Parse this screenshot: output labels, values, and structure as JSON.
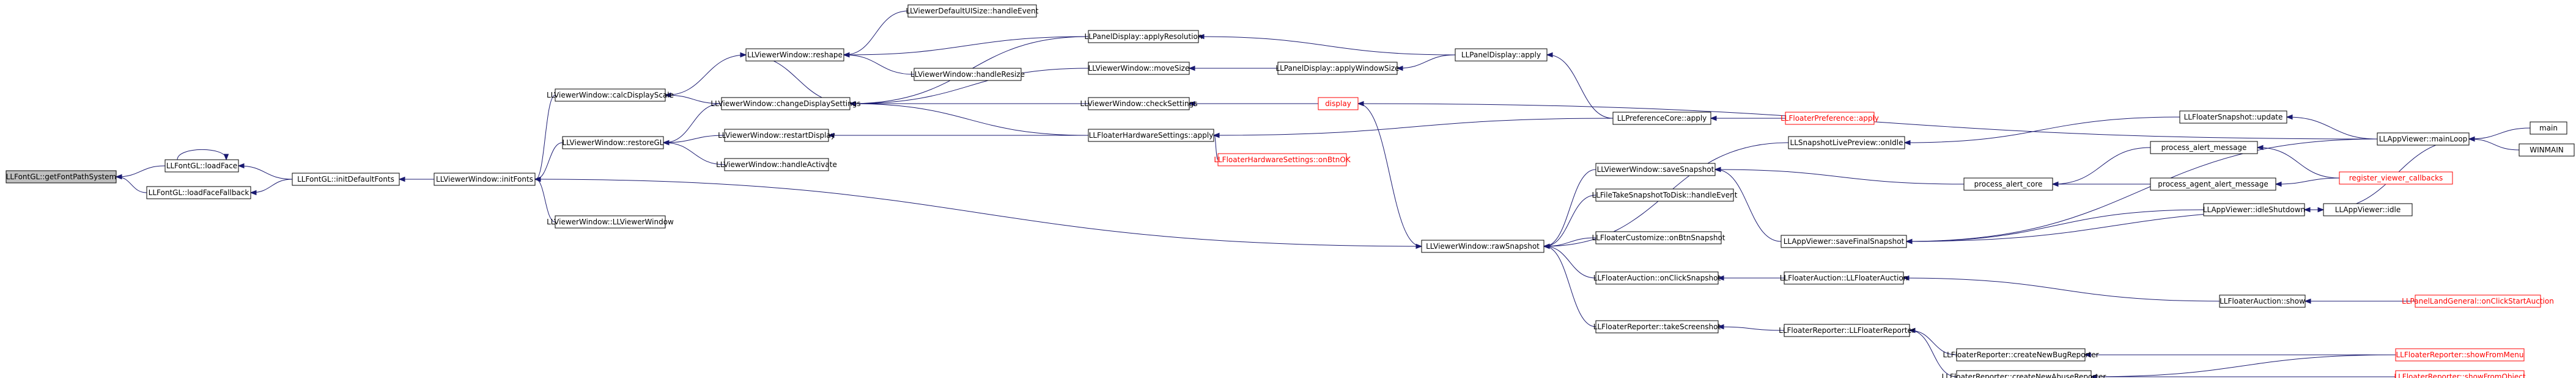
{
  "colors": {
    "edge": "#191970",
    "root_fill": "#bfbfbf",
    "truncated_border": "#ff0000",
    "node_border": "#000000"
  },
  "graph": {
    "nodes": [
      {
        "id": "n0",
        "label": "LLFontGL::getFontPathSystem",
        "root": true
      },
      {
        "id": "n1",
        "label": "LLFontGL::loadFace"
      },
      {
        "id": "n2",
        "label": "LLFontGL::loadFaceFallback"
      },
      {
        "id": "n3",
        "label": "LLFontGL::initDefaultFonts"
      },
      {
        "id": "n4",
        "label": "LLViewerWindow::initFonts"
      },
      {
        "id": "n5",
        "label": "LLViewerWindow::calcDisplayScale"
      },
      {
        "id": "n6",
        "label": "LLViewerWindow::restoreGL"
      },
      {
        "id": "n7",
        "label": "LLViewerWindow::LLViewerWindow"
      },
      {
        "id": "n8",
        "label": "LLViewerWindow::reshape"
      },
      {
        "id": "n9",
        "label": "LLViewerWindow::changeDisplaySettings"
      },
      {
        "id": "n10",
        "label": "LLViewerWindow::restartDisplay"
      },
      {
        "id": "n11",
        "label": "LLViewerWindow::handleActivate"
      },
      {
        "id": "n12",
        "label": "LLViewerDefaultUISize::handleEvent"
      },
      {
        "id": "n13",
        "label": "LLViewerWindow::handleResize"
      },
      {
        "id": "n14",
        "label": "LLPanelDisplay::applyResolution"
      },
      {
        "id": "n15",
        "label": "LLViewerWindow::moveSize"
      },
      {
        "id": "n16",
        "label": "LLViewerWindow::checkSettings"
      },
      {
        "id": "n17",
        "label": "LLFloaterHardwareSettings::apply"
      },
      {
        "id": "n18",
        "label": "LLFloaterHardwareSettings::onBtnOK",
        "truncated": true
      },
      {
        "id": "n19",
        "label": "LLPanelDisplay::applyWindowSize"
      },
      {
        "id": "n20",
        "label": "LLPanelDisplay::apply"
      },
      {
        "id": "n21",
        "label": "display",
        "truncated": true
      },
      {
        "id": "n22",
        "label": "LLPreferenceCore::apply"
      },
      {
        "id": "n23",
        "label": "LLFloaterPreference::apply",
        "truncated": true
      },
      {
        "id": "n24",
        "label": "LLViewerWindow::rawSnapshot"
      },
      {
        "id": "n25",
        "label": "LLSnapshotLivePreview::onIdle"
      },
      {
        "id": "n26",
        "label": "LLViewerWindow::saveSnapshot"
      },
      {
        "id": "n27",
        "label": "LLFileTakeSnapshotToDisk::handleEvent"
      },
      {
        "id": "n28",
        "label": "LLFloaterCustomize::onBtnSnapshot"
      },
      {
        "id": "n29",
        "label": "LLFloaterAuction::onClickSnapshot"
      },
      {
        "id": "n30",
        "label": "LLFloaterReporter::takeScreenshot"
      },
      {
        "id": "n31",
        "label": "process_alert_core"
      },
      {
        "id": "n32",
        "label": "LLAppViewer::saveFinalSnapshot"
      },
      {
        "id": "n33",
        "label": "LLFloaterAuction::LLFloaterAuction"
      },
      {
        "id": "n34",
        "label": "LLFloaterReporter::LLFloaterReporter"
      },
      {
        "id": "n35",
        "label": "process_alert_message"
      },
      {
        "id": "n36",
        "label": "process_agent_alert_message"
      },
      {
        "id": "n37",
        "label": "LLAppViewer::idleShutdown"
      },
      {
        "id": "n38",
        "label": "LLFloaterAuction::show"
      },
      {
        "id": "n39",
        "label": "LLFloaterReporter::createNewBugReporter"
      },
      {
        "id": "n40",
        "label": "LLFloaterReporter::createNewAbuseReporter"
      },
      {
        "id": "n41",
        "label": "LLFloaterSnapshot::update"
      },
      {
        "id": "n42",
        "label": "register_viewer_callbacks",
        "truncated": true
      },
      {
        "id": "n43",
        "label": "LLAppViewer::idle"
      },
      {
        "id": "n44",
        "label": "LLPanelLandGeneral::onClickStartAuction",
        "truncated": true
      },
      {
        "id": "n45",
        "label": "LLFloaterReporter::showFromMenu",
        "truncated": true
      },
      {
        "id": "n46",
        "label": "LLFloaterReporter::showFromObject",
        "truncated": true
      },
      {
        "id": "n47",
        "label": "LLAppViewer::mainLoop"
      },
      {
        "id": "n48",
        "label": "main"
      },
      {
        "id": "n49",
        "label": "WINMAIN"
      }
    ],
    "edges": [
      [
        "n0",
        "n1"
      ],
      [
        "n0",
        "n2"
      ],
      [
        "n1",
        "n1"
      ],
      [
        "n1",
        "n3"
      ],
      [
        "n2",
        "n3"
      ],
      [
        "n3",
        "n4"
      ],
      [
        "n4",
        "n5"
      ],
      [
        "n4",
        "n6"
      ],
      [
        "n4",
        "n7"
      ],
      [
        "n4",
        "n24"
      ],
      [
        "n5",
        "n8"
      ],
      [
        "n5",
        "n9"
      ],
      [
        "n6",
        "n9"
      ],
      [
        "n6",
        "n10"
      ],
      [
        "n6",
        "n11"
      ],
      [
        "n8",
        "n12"
      ],
      [
        "n8",
        "n13"
      ],
      [
        "n8",
        "n14"
      ],
      [
        "n8",
        "n9"
      ],
      [
        "n9",
        "n14"
      ],
      [
        "n9",
        "n15"
      ],
      [
        "n9",
        "n16"
      ],
      [
        "n9",
        "n17"
      ],
      [
        "n10",
        "n17"
      ],
      [
        "n17",
        "n18"
      ],
      [
        "n17",
        "n22"
      ],
      [
        "n15",
        "n19"
      ],
      [
        "n19",
        "n20"
      ],
      [
        "n14",
        "n20"
      ],
      [
        "n20",
        "n22"
      ],
      [
        "n16",
        "n21"
      ],
      [
        "n22",
        "n23"
      ],
      [
        "n21",
        "n47"
      ],
      [
        "n24",
        "n21"
      ],
      [
        "n24",
        "n25"
      ],
      [
        "n24",
        "n26"
      ],
      [
        "n24",
        "n27"
      ],
      [
        "n24",
        "n28"
      ],
      [
        "n24",
        "n29"
      ],
      [
        "n24",
        "n30"
      ],
      [
        "n25",
        "n41"
      ],
      [
        "n41",
        "n47"
      ],
      [
        "n26",
        "n31"
      ],
      [
        "n26",
        "n32"
      ],
      [
        "n31",
        "n35"
      ],
      [
        "n31",
        "n36"
      ],
      [
        "n35",
        "n42"
      ],
      [
        "n36",
        "n42"
      ],
      [
        "n32",
        "n37"
      ],
      [
        "n32",
        "n43"
      ],
      [
        "n32",
        "n47"
      ],
      [
        "n37",
        "n43"
      ],
      [
        "n43",
        "n47"
      ],
      [
        "n29",
        "n33"
      ],
      [
        "n33",
        "n38"
      ],
      [
        "n38",
        "n44"
      ],
      [
        "n30",
        "n34"
      ],
      [
        "n34",
        "n39"
      ],
      [
        "n34",
        "n40"
      ],
      [
        "n39",
        "n45"
      ],
      [
        "n40",
        "n45"
      ],
      [
        "n40",
        "n46"
      ],
      [
        "n47",
        "n48"
      ],
      [
        "n47",
        "n49"
      ]
    ]
  }
}
